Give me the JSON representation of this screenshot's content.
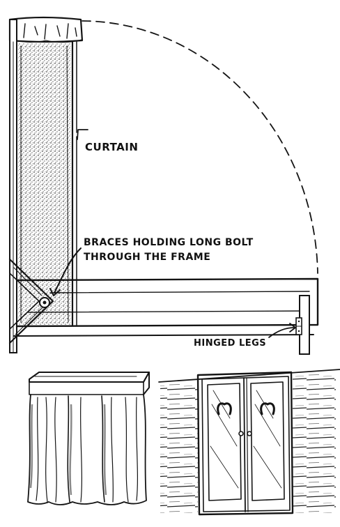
{
  "labels": {
    "curtain": "CURTAIN",
    "braces_line1": "BRACES HOLDING LONG BOLT",
    "braces_line2": "THROUGH THE FRAME",
    "hinged_legs": "HINGED LEGS"
  },
  "icons": {
    "door_ornament": "horseshoe-icon"
  },
  "colors": {
    "ink": "#141414",
    "paper": "#ffffff",
    "fabric_shade": "#8a8a8a"
  }
}
